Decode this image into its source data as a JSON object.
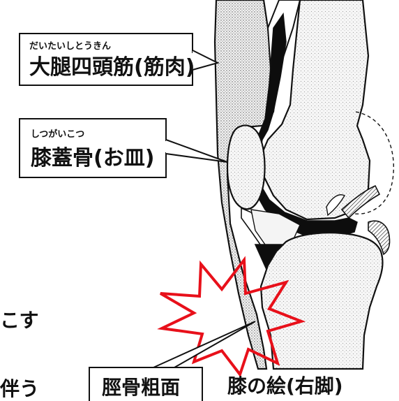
{
  "labels": {
    "quadriceps": {
      "reading": "だいたいしとうきん",
      "text": "大腿四頭筋(筋肉)"
    },
    "patella": {
      "reading": "しつがいこつ",
      "text": "膝蓋骨(お皿)"
    },
    "tibial_tuberosity": {
      "text": "脛骨粗面"
    },
    "caption": {
      "text": "膝の絵(右脚)"
    },
    "partial_left_1": {
      "text": "こす"
    },
    "partial_left_2": {
      "text": "伴う"
    }
  },
  "colors": {
    "burst_outline": "#e8101a",
    "callout_border": "#111111",
    "bone_fill": "#eeeeee",
    "muscle_fill": "#e6e6e6",
    "dark_fill": "#0d0d0d"
  }
}
